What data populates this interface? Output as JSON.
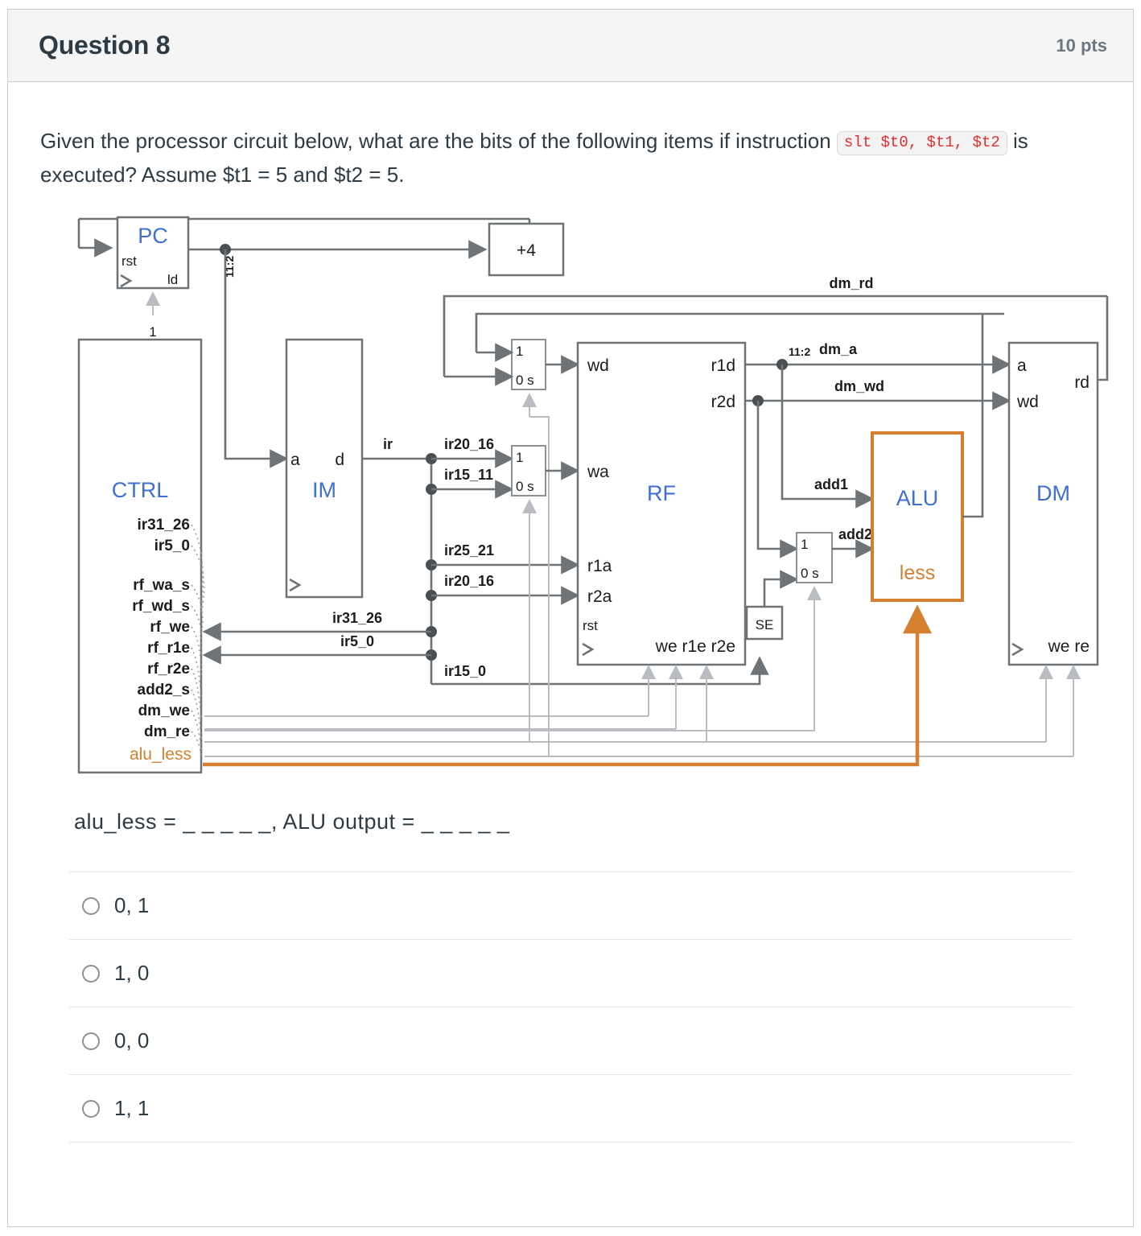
{
  "header": {
    "title": "Question 8",
    "points": "10 pts"
  },
  "question": {
    "text_before": "Given the processor circuit below, what are the bits of the following items if instruction",
    "code": "slt $t0, $t1, $t2",
    "text_after": "is executed? Assume $t1 = 5 and $t2 = 5."
  },
  "diagram": {
    "blocks": {
      "pc": "PC",
      "plus4": "+4",
      "ctrl": "CTRL",
      "im": "IM",
      "rf": "RF",
      "alu": "ALU",
      "dm": "DM",
      "se": "SE"
    },
    "pins": {
      "pc_rst": "rst",
      "pc_ld": "ld",
      "pc_const1": "1",
      "im_a": "a",
      "im_d": "d",
      "rf_wd": "wd",
      "rf_wa": "wa",
      "rf_r1a": "r1a",
      "rf_r2a": "r2a",
      "rf_rst": "rst",
      "rf_r1d": "r1d",
      "rf_r2d": "r2d",
      "rf_we_r1e_r2e": "we r1e r2e",
      "dm_a": "a",
      "dm_wd": "wd",
      "dm_rd": "rd",
      "dm_we_re": "we re",
      "alu_less": "less"
    },
    "wire_labels": {
      "pc_bits": "11:2",
      "ir": "ir",
      "ir20_16_a": "ir20_16",
      "ir15_11": "ir15_11",
      "ir25_21": "ir25_21",
      "ir20_16_b": "ir20_16",
      "ir31_26": "ir31_26",
      "ir5_0": "ir5_0",
      "ir15_0": "ir15_0",
      "dm_rd": "dm_rd",
      "dm_a_bits": "11:2",
      "dm_a": "dm_a",
      "dm_wd": "dm_wd",
      "add1": "add1",
      "add2": "add2",
      "mux_one": "1",
      "mux_zero_s": "0 s"
    },
    "ctrl_signals": [
      "ir31_26",
      "ir5_0",
      "rf_wa_s",
      "rf_wd_s",
      "rf_we",
      "rf_r1e",
      "rf_r2e",
      "add2_s",
      "dm_we",
      "dm_re",
      "alu_less"
    ],
    "colors": {
      "block_label": "#3d6fd4",
      "highlight": "#d4802f",
      "wire": "#6e7377",
      "control_wire": "#b9bdc1"
    }
  },
  "answer_prompt": "alu_less = _ _ _ _ _, ALU output = _ _ _ _ _",
  "options": [
    {
      "label": "0, 1"
    },
    {
      "label": "1, 0"
    },
    {
      "label": "0, 0"
    },
    {
      "label": "1, 1"
    }
  ]
}
